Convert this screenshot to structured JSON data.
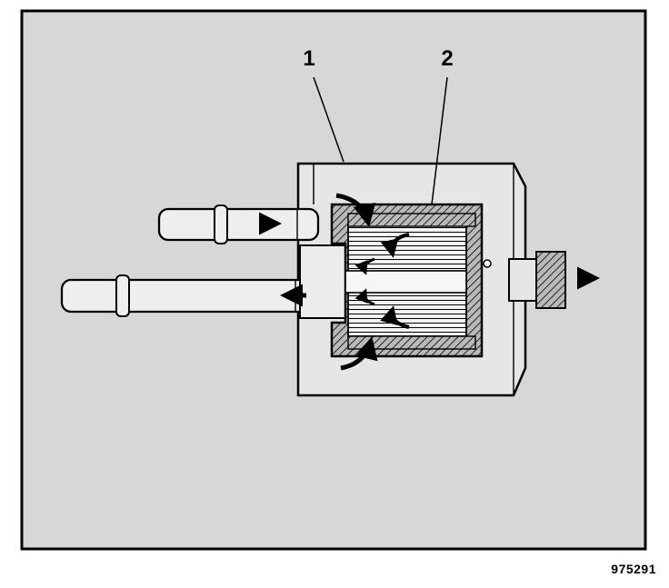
{
  "callouts": [
    {
      "id": "1",
      "label": "1"
    },
    {
      "id": "2",
      "label": "2"
    }
  ],
  "figure_id": "975291",
  "colors": {
    "line": "#000000",
    "panel": "#d7d7d7",
    "body": "#e6e6e6",
    "hatch_bg": "#bdbdbd",
    "white": "#ffffff"
  }
}
